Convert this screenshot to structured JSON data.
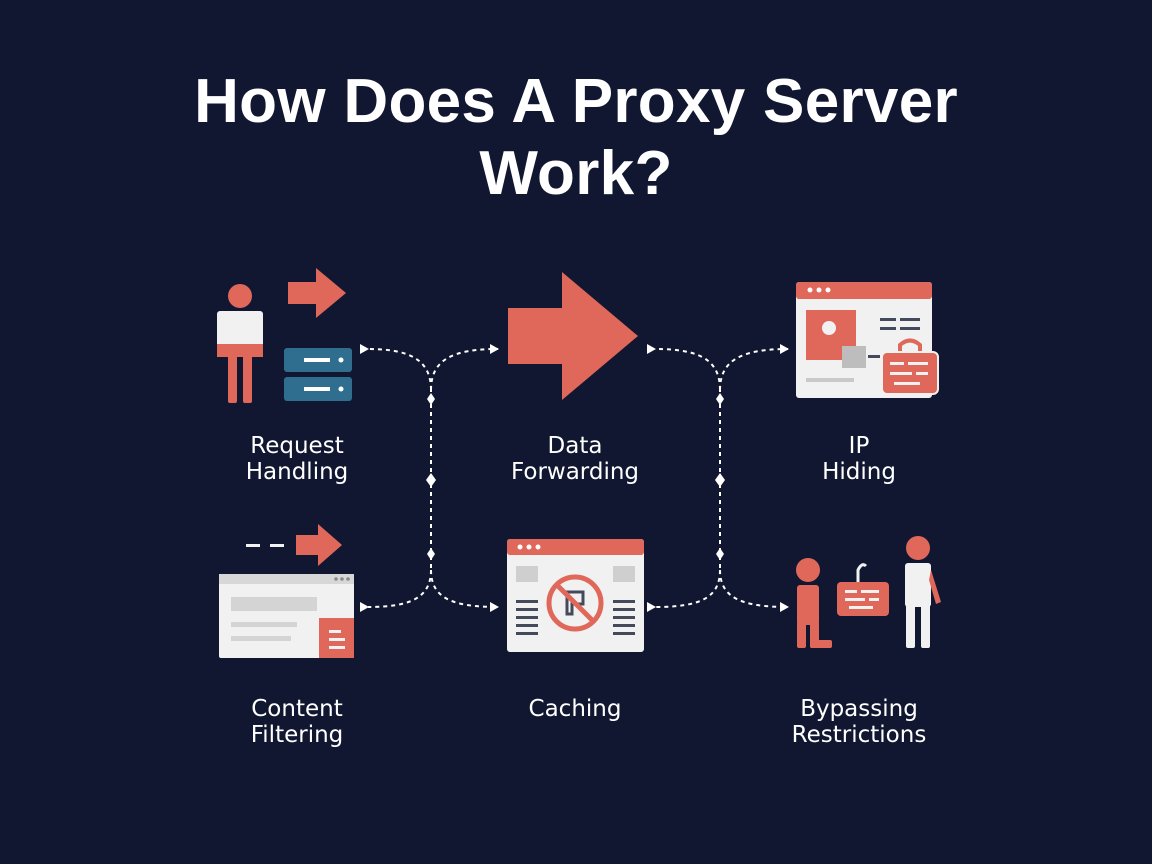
{
  "title": {
    "line1": "How Does A Proxy Server",
    "line2": "Work?"
  },
  "functions": {
    "request_handling": {
      "line1": "Request",
      "line2": "Handling"
    },
    "data_forwarding": {
      "line1": "Data",
      "line2": "Forwarding"
    },
    "ip_hiding": {
      "line1": "IP",
      "line2": "Hiding"
    },
    "content_filtering": {
      "line1": "Content",
      "line2": "Filtering"
    },
    "caching": {
      "line1": "Caching"
    },
    "bypassing_restrictions": {
      "line1": "Bypassing",
      "line2": "Restrictions"
    }
  },
  "colors": {
    "background": "#121731",
    "accent": "#E0685A",
    "server_blue": "#2F6E8E",
    "panel_white": "#F1F1F1",
    "connector": "#FFFFFF"
  },
  "icons": {
    "request_handling": [
      "person-icon",
      "arrow-right-icon",
      "server-icon"
    ],
    "data_forwarding": [
      "large-arrow-icon"
    ],
    "ip_hiding": [
      "browser-window-icon",
      "id-card-icon",
      "lock-icon"
    ],
    "content_filtering": [
      "browser-window-icon",
      "arrow-right-icon",
      "document-icon"
    ],
    "caching": [
      "browser-window-icon",
      "blocked-icon"
    ],
    "bypassing_restrictions": [
      "person-icon",
      "lock-icon"
    ]
  }
}
